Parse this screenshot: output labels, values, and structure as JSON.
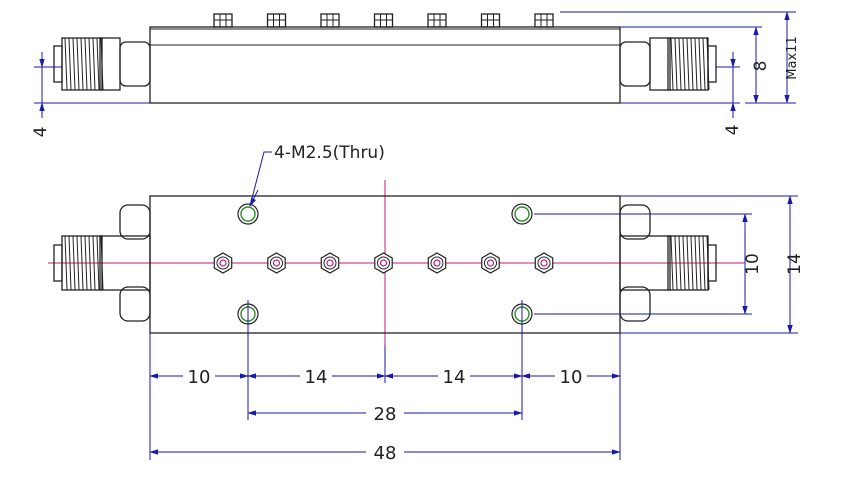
{
  "colors": {
    "outline": "#222222",
    "dimension": "#1a1aa8",
    "centerline": "#c2187a",
    "hole_highlight": "#2e8b2e"
  },
  "side_view": {
    "dim_height_left": "4",
    "dim_height_right": "4",
    "dim_body": "8",
    "dim_max": "Max11"
  },
  "top_view": {
    "hole_callout": "4-M2.5(Thru)",
    "dim_hole_spacing_v": "10",
    "dim_body_width": "14",
    "dim_left_edge": "10",
    "dim_left_center": "14",
    "dim_right_center": "14",
    "dim_right_edge": "10",
    "dim_hole_spacing_h": "28",
    "dim_total_length": "48"
  },
  "tuning_screw_count": 7,
  "mounting_hole_count": 4
}
